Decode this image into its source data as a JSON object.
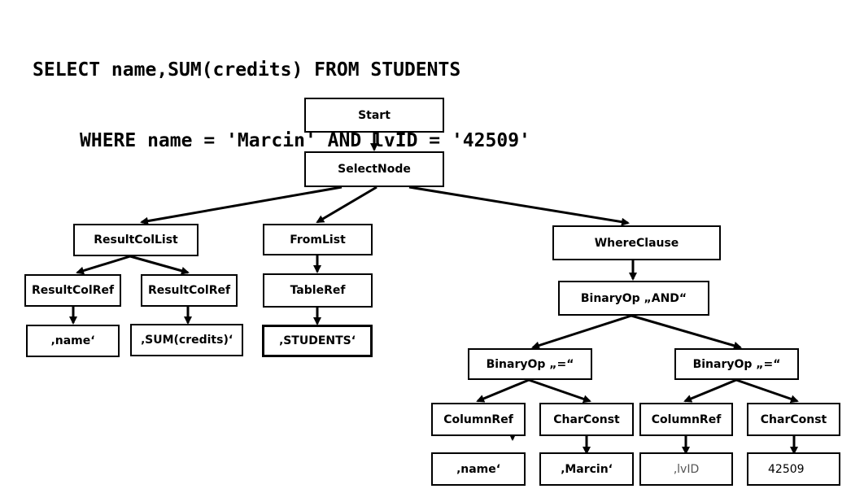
{
  "sql": {
    "line1": "SELECT name,SUM(credits) FROM STUDENTS",
    "line2": "WHERE name = 'Marcin' AND lvID = '42509'"
  },
  "tree": {
    "start": "Start",
    "select_node": "SelectNode",
    "result_col_list": "ResultColList",
    "result_col_ref_1": "ResultColRef",
    "result_col_ref_2": "ResultColRef",
    "col_name_value": "‚name‘",
    "col_sum_value": "‚SUM(credits)‘",
    "from_list": "FromList",
    "table_ref": "TableRef",
    "table_value": "‚STUDENTS‘",
    "where_clause": "WhereClause",
    "binary_op_and": "BinaryOp „AND“",
    "binary_op_eq_left": "BinaryOp „=“",
    "binary_op_eq_right": "BinaryOp „=“",
    "column_ref_left": "ColumnRef",
    "char_const_left": "CharConst",
    "column_ref_right": "ColumnRef",
    "char_const_right": "CharConst",
    "where_name_value": "‚name‘",
    "where_marcin_value": "‚Marcin‘",
    "where_lvid_value": "‚lvID",
    "where_42509_value": "42509"
  }
}
